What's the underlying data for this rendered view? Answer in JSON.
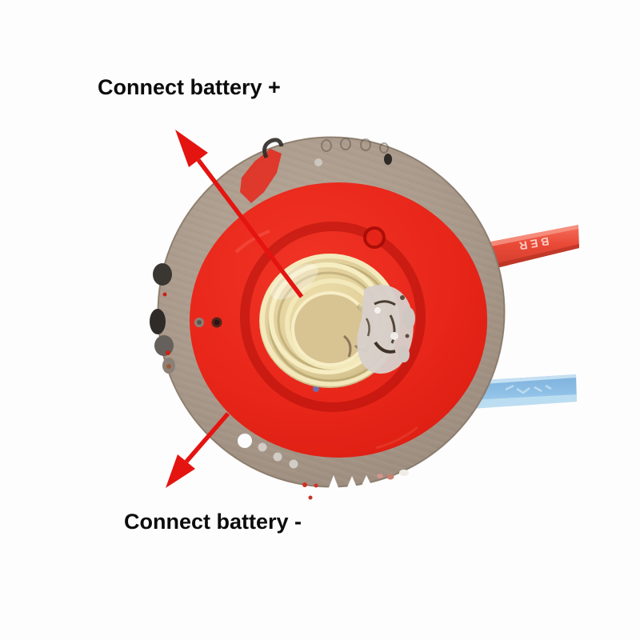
{
  "scene": {
    "description": "Product photo of a circular LED driver circuit board (red solder mask, brass spring battery contact) with a red wire and a blue wire, annotated with battery connection arrows"
  },
  "annotations": {
    "positive": {
      "label": "Connect battery +"
    },
    "negative": {
      "label": "Connect battery -"
    }
  },
  "wires": {
    "red": {
      "marking": "BER",
      "color": "#ea4a38"
    },
    "blue": {
      "color": "#8fc0e6"
    }
  },
  "colors": {
    "background": "#fdfdfd",
    "board_substrate": "#ab9b8c",
    "solder_mask_red": "#e8261a",
    "inner_ring_shadow_red": "#a50c06",
    "spring_brass": "#e6d6a2",
    "spring_inner_brass": "#d8c392",
    "solder_gray": "#d6cfca",
    "arrow_red": "#e41410",
    "label_text": "#0c0c0c"
  }
}
